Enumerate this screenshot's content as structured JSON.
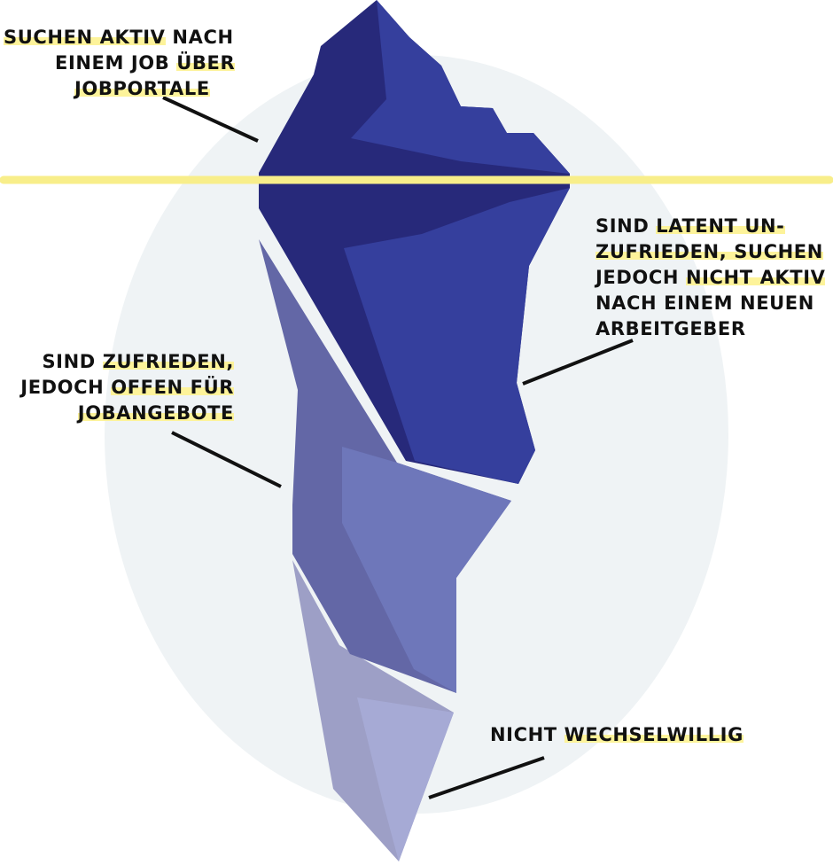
{
  "colors": {
    "background_oval": "#eff3f5",
    "waterline": "#f8ee8a",
    "highlight": "#fdf39a",
    "tier1_dark": "#27297a",
    "tier1_light": "#353f9d",
    "tier2_dark": "#6367a6",
    "tier2_light": "#6e77ba",
    "tier3_dark": "#9d9fc6",
    "tier3_light": "#a6aad5",
    "leader_line": "#111111"
  },
  "labels": {
    "active_seekers": {
      "line1": [
        "SUCHEN AKTIV",
        " NACH"
      ],
      "line2": [
        "EINEM JOB ",
        "ÜBER"
      ],
      "line3": [
        "JOBPORTALE"
      ]
    },
    "latent": {
      "line1": [
        "SIND ",
        "LATENT UN-"
      ],
      "line2": [
        "ZUFRIEDEN, SUCHEN"
      ],
      "line3": [
        "JEDOCH ",
        "NICHT AKTIV"
      ],
      "line4": [
        "NACH EINEM NEUEN"
      ],
      "line5": [
        "ARBEITGEBER"
      ]
    },
    "open": {
      "line1": [
        "SIND ",
        "ZUFRIEDEN,"
      ],
      "line2": [
        "JEDOCH ",
        "OFFEN FÜR"
      ],
      "line3": [
        "JOBANGEBOTE"
      ]
    },
    "not_willing": {
      "line1": [
        "NICHT ",
        "WECHSELWILLIG"
      ]
    }
  }
}
